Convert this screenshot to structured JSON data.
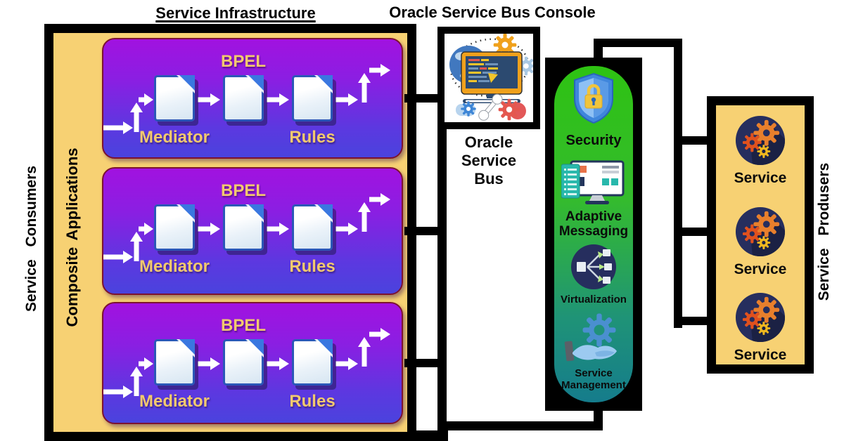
{
  "titles": {
    "infrastructure": "Service Infrastructure",
    "console": "Oracle Service Bus Console"
  },
  "side_labels": {
    "consumers": "Service Consumers",
    "producers": "Service Produsers"
  },
  "composite": {
    "label": "Composite Applications"
  },
  "bpel_boxes": [
    {
      "bpel": "BPEL",
      "mediator": "Mediator",
      "rules": "Rules"
    },
    {
      "bpel": "BPEL",
      "mediator": "Mediator",
      "rules": "Rules"
    },
    {
      "bpel": "BPEL",
      "mediator": "Mediator",
      "rules": "Rules"
    }
  ],
  "osb": {
    "line1": "Oracle",
    "line2": "Service",
    "line3": "Bus",
    "icon": "osb-collage-icon"
  },
  "infrastructure_panel": {
    "items": [
      {
        "label": "Security",
        "icon": "shield-lock-icon"
      },
      {
        "label": "Adaptive Messaging",
        "icon": "adaptive-messaging-monitor-icon"
      },
      {
        "label": "Virtualization",
        "icon": "virtualization-network-icon"
      },
      {
        "label": "Service Management",
        "icon": "hand-gear-icon"
      }
    ]
  },
  "producers": {
    "services": [
      {
        "label": "Service",
        "icon": "gears-circle-icon"
      },
      {
        "label": "Service",
        "icon": "gears-circle-icon"
      },
      {
        "label": "Service",
        "icon": "gears-circle-icon"
      }
    ]
  },
  "colors": {
    "panel_yellow": "#f7d173",
    "purple_top": "#a112e0",
    "purple_bottom": "#4a43dd",
    "gold_text": "#f2c96f",
    "green_top": "#2ec212",
    "teal_bottom": "#157c8c",
    "navy_circle": "#262e5e",
    "doc_border_blue": "#2b57b8",
    "line_black": "#000000"
  }
}
